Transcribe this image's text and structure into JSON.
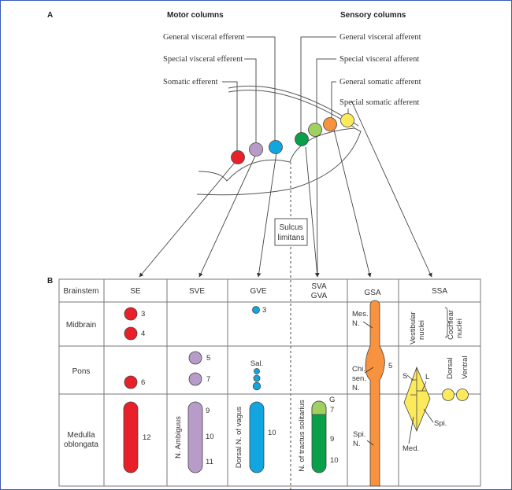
{
  "panel_a": {
    "letter": "A",
    "motor_heading": "Motor columns",
    "sensory_heading": "Sensory columns",
    "motor_labels": [
      "General visceral efferent",
      "Special visceral efferent",
      "Somatic efferent"
    ],
    "sensory_labels": [
      "General visceral afferent",
      "Special visceral afferent",
      "General somatic afferent",
      "Special somatic afferent"
    ],
    "sulcus_label_line1": "Sulcus",
    "sulcus_label_line2": "limitans",
    "column_colors": {
      "se": "#e8202a",
      "sve": "#b79cc9",
      "gve": "#12a6e0",
      "gva": "#0aa04a",
      "sva": "#9fd060",
      "gsa": "#f7923f",
      "ssa": "#fde95c"
    }
  },
  "panel_b": {
    "letter": "B",
    "headers": [
      "Brainstem",
      "SE",
      "SVE",
      "GVE",
      "SVA",
      "GVA",
      "GSA",
      "SSA"
    ],
    "rows": [
      "Midbrain",
      "Pons",
      "Medulla",
      "oblongata"
    ],
    "se": {
      "mid": [
        "3",
        "4"
      ],
      "pons": "6",
      "med": "12"
    },
    "sve": {
      "pons": [
        "5",
        "7"
      ],
      "med": [
        "9",
        "10",
        "11"
      ],
      "med_name": "N. Ambiguus"
    },
    "gve": {
      "mid": "3",
      "pons_name": "Sal.",
      "med": "10",
      "med_name": "Dorsal N. of vagus"
    },
    "sva_gva": {
      "top": "G",
      "nums": [
        "7",
        "9",
        "10"
      ],
      "name": "N. of tractus solitarius"
    },
    "gsa": {
      "mes1": "Mes.",
      "mes2": "N.",
      "chi1": "Chi.",
      "chi2": "sen.",
      "chi3": "N.",
      "num": "5",
      "spi1": "Spi.",
      "spi2": "N."
    },
    "ssa": {
      "vest1": "Vestibular",
      "vest2": "nuclei",
      "coch1": "Cochlear",
      "coch2": "nuclei",
      "dorsal": "Dorsal",
      "ventral": "Ventral",
      "s": "S",
      "l": "L",
      "spi": "Spi.",
      "med": "Med."
    }
  }
}
